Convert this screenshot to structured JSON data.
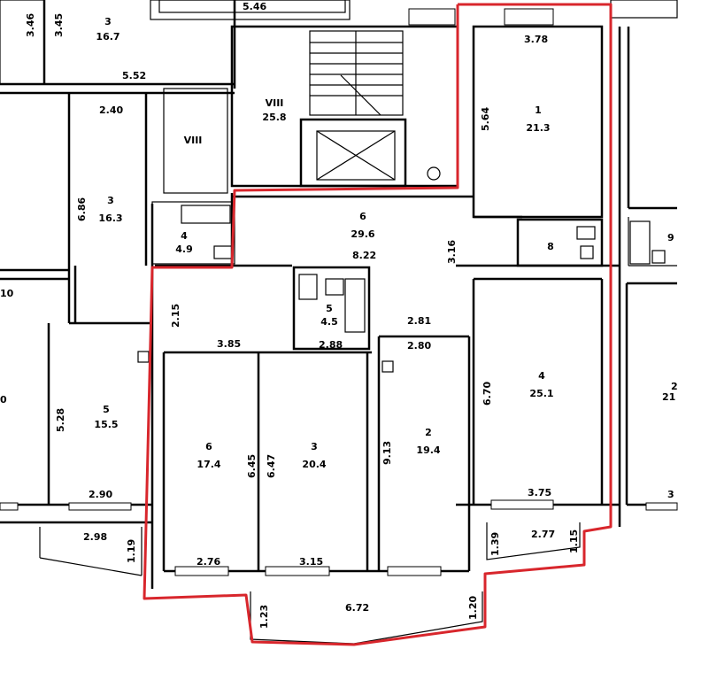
{
  "rooms": [
    {
      "id": "r1",
      "number": "1",
      "area": "21.3"
    },
    {
      "id": "r2",
      "number": "2",
      "area": "19.4"
    },
    {
      "id": "r3",
      "number": "3",
      "area": "20.4"
    },
    {
      "id": "r4",
      "number": "4",
      "area": "25.1"
    },
    {
      "id": "r5",
      "number": "5",
      "area": "4.5"
    },
    {
      "id": "r6",
      "number": "6",
      "area": "29.6"
    },
    {
      "id": "r7",
      "number": "6",
      "area": "17.4"
    },
    {
      "id": "r8",
      "number": "8",
      "area": ""
    },
    {
      "id": "n1",
      "number": "3",
      "area": "16.3"
    },
    {
      "id": "n2",
      "number": "5",
      "area": "15.5"
    },
    {
      "id": "n3",
      "number": "4",
      "area": "4.9"
    },
    {
      "id": "n4",
      "number": "3",
      "area": "16.7"
    },
    {
      "id": "n5",
      "number": "VIII",
      "area": "25.8"
    },
    {
      "id": "n6",
      "number": "VIII",
      "area": ""
    }
  ],
  "dimensions": {
    "d_378": "3.78",
    "d_564": "5.64",
    "d_622": "8.22",
    "d_316": "3.16",
    "d_215": "2.15",
    "d_385": "3.85",
    "d_288": "2.88",
    "d_281": "2.81",
    "d_280": "2.80",
    "d_670": "6.70",
    "d_913": "9.13",
    "d_645": "6.45",
    "d_647": "6.47",
    "d_276": "2.76",
    "d_315": "3.15",
    "d_375": "3.75",
    "d_277": "2.77",
    "d_672": "6.72",
    "d_123": "1.23",
    "d_120": "1.20",
    "d_139": "1.39",
    "d_115": "1.15",
    "d_240": "2.40",
    "d_686": "6.86",
    "d_552": "5.52",
    "d_346": "3.46",
    "d_345": "3.45",
    "d_546": "5.46",
    "d_528": "5.28",
    "d_290": "2.90",
    "d_298": "2.98",
    "d_119": "1.19",
    "d_l0": "0",
    "d_l10": "10",
    "d_r21": "21",
    "d_r3": "3",
    "d_r2": "2",
    "d_rr9": "9"
  },
  "highlight_color": "#d8262c"
}
